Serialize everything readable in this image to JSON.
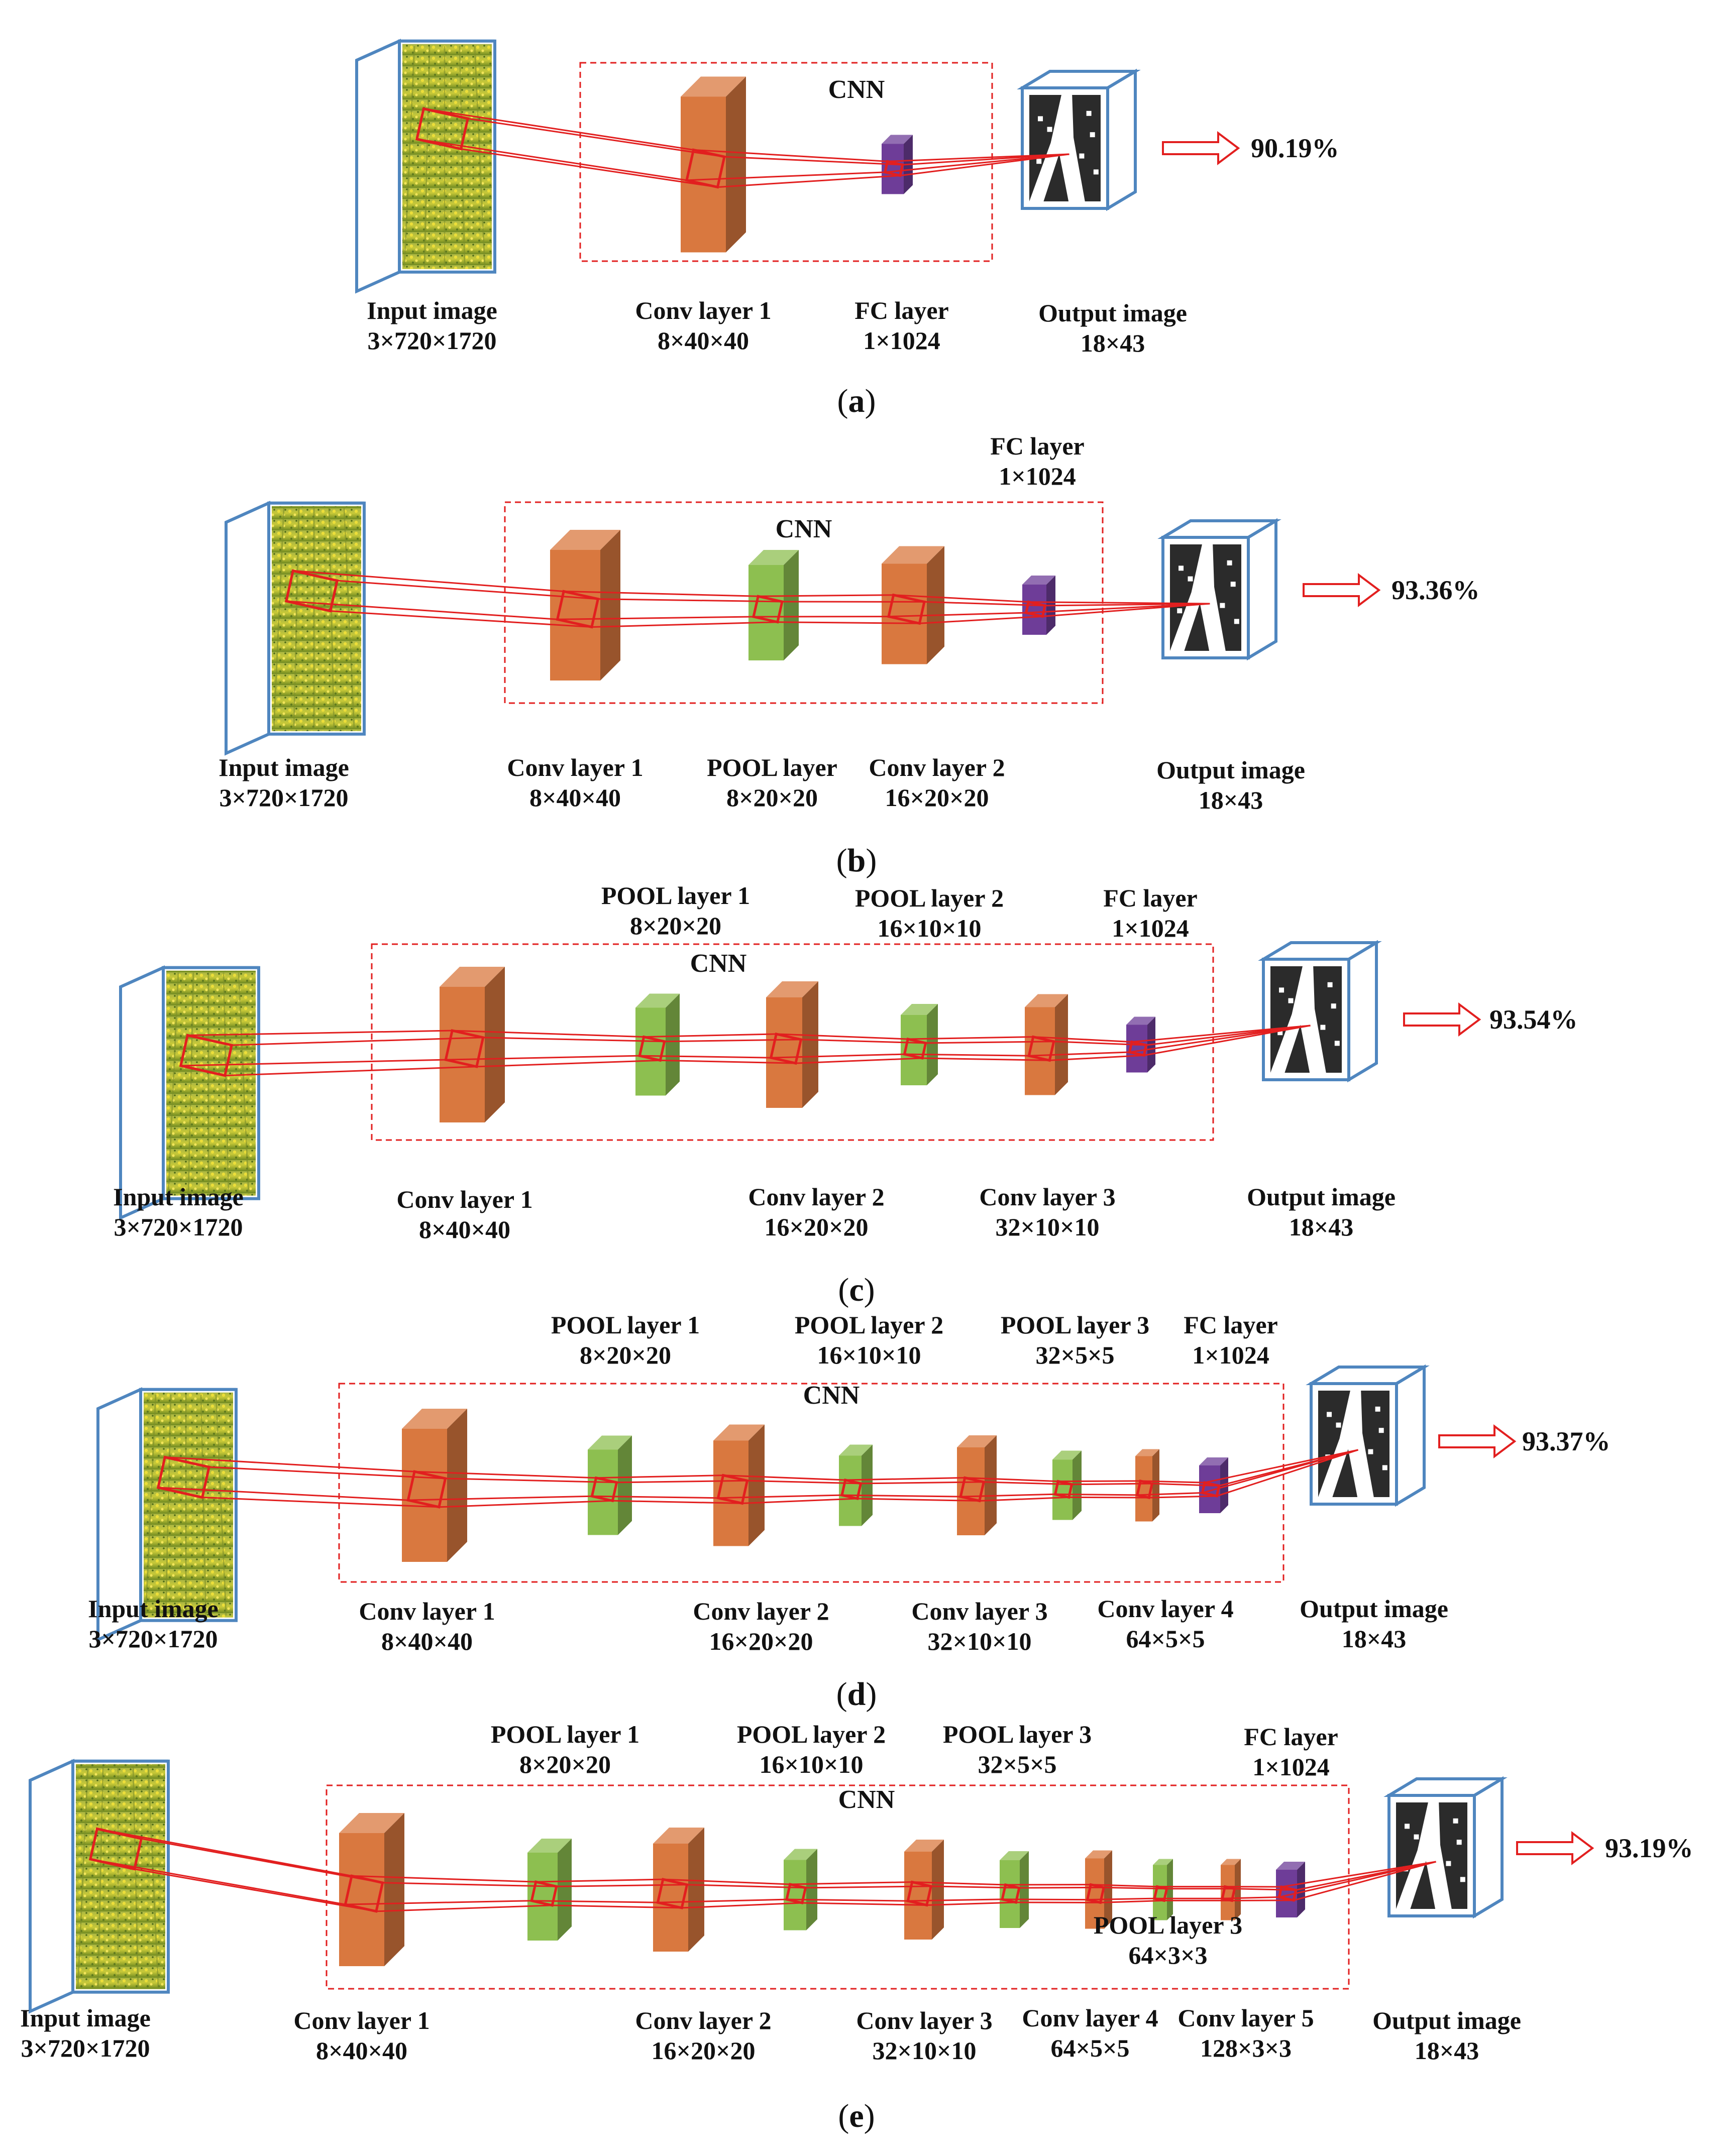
{
  "colors": {
    "conv": "#d9783f",
    "pool": "#8dbf50",
    "fc": "#6e3d98",
    "frame": "#4f86bf",
    "line": "#e21f1f",
    "box": "#e21f1f"
  },
  "panels": [
    {
      "caption": "a",
      "cnn_label": "CNN",
      "accuracy": "90.19%",
      "labels": [
        {
          "name": "Input image",
          "dims": "3×720×1720"
        },
        {
          "name": "Conv layer 1",
          "dims": "8×40×40"
        },
        {
          "name": "FC layer",
          "dims": "1×1024"
        },
        {
          "name": "Output image",
          "dims": "18×43"
        }
      ]
    },
    {
      "caption": "b",
      "cnn_label": "CNN",
      "accuracy": "93.36%",
      "labels": [
        {
          "name": "Input image",
          "dims": "3×720×1720"
        },
        {
          "name": "Conv layer 1",
          "dims": "8×40×40"
        },
        {
          "name": "POOL layer",
          "dims": "8×20×20"
        },
        {
          "name": "Conv layer 2",
          "dims": "16×20×20"
        },
        {
          "name": "FC layer",
          "dims": "1×1024"
        },
        {
          "name": "Output image",
          "dims": "18×43"
        }
      ]
    },
    {
      "caption": "c",
      "cnn_label": "CNN",
      "accuracy": "93.54%",
      "labels": [
        {
          "name": "POOL layer 1",
          "dims": "8×20×20"
        },
        {
          "name": "POOL layer 2",
          "dims": "16×10×10"
        },
        {
          "name": "FC layer",
          "dims": "1×1024"
        },
        {
          "name": "Input image",
          "dims": "3×720×1720"
        },
        {
          "name": "Conv layer 1",
          "dims": "8×40×40"
        },
        {
          "name": "Conv layer 2",
          "dims": "16×20×20"
        },
        {
          "name": "Conv layer 3",
          "dims": "32×10×10"
        },
        {
          "name": "Output image",
          "dims": "18×43"
        }
      ]
    },
    {
      "caption": "d",
      "cnn_label": "CNN",
      "accuracy": "93.37%",
      "labels": [
        {
          "name": "POOL layer 1",
          "dims": "8×20×20"
        },
        {
          "name": "POOL layer 2",
          "dims": "16×10×10"
        },
        {
          "name": "POOL layer 3",
          "dims": "32×5×5"
        },
        {
          "name": "FC layer",
          "dims": "1×1024"
        },
        {
          "name": "Input image",
          "dims": "3×720×1720"
        },
        {
          "name": "Conv layer 1",
          "dims": "8×40×40"
        },
        {
          "name": "Conv layer 2",
          "dims": "16×20×20"
        },
        {
          "name": "Conv layer 3",
          "dims": "32×10×10"
        },
        {
          "name": "Conv layer 4",
          "dims": "64×5×5"
        },
        {
          "name": "Output image",
          "dims": "18×43"
        }
      ]
    },
    {
      "caption": "e",
      "cnn_label": "CNN",
      "accuracy": "93.19%",
      "labels": [
        {
          "name": "POOL layer 1",
          "dims": "8×20×20"
        },
        {
          "name": "POOL layer 2",
          "dims": "16×10×10"
        },
        {
          "name": "POOL layer 3",
          "dims": "32×5×5"
        },
        {
          "name": "FC layer",
          "dims": "1×1024"
        },
        {
          "name": "POOL layer 3",
          "dims": "64×3×3"
        },
        {
          "name": "Input image",
          "dims": "3×720×1720"
        },
        {
          "name": "Conv layer 1",
          "dims": "8×40×40"
        },
        {
          "name": "Conv layer 2",
          "dims": "16×20×20"
        },
        {
          "name": "Conv layer 3",
          "dims": "32×10×10"
        },
        {
          "name": "Conv layer 4",
          "dims": "64×5×5"
        },
        {
          "name": "Conv layer 5",
          "dims": "128×3×3"
        },
        {
          "name": "Output image",
          "dims": "18×43"
        }
      ]
    }
  ]
}
